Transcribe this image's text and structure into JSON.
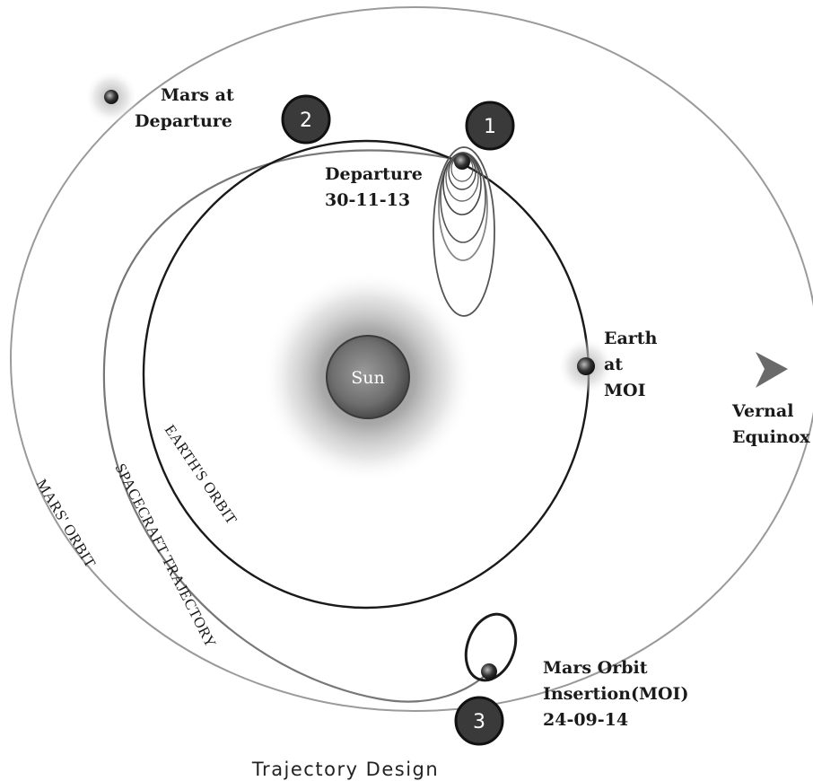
{
  "caption": "Trajectory Design",
  "bodies": {
    "sun": "Sun"
  },
  "labels": {
    "mars_departure_line1": "Mars at",
    "mars_departure_line2": "Departure",
    "departure_line1": "Departure",
    "departure_line2": "30-11-13",
    "earth_moi_line1": "Earth",
    "earth_moi_line2": "at",
    "earth_moi_line3": "MOI",
    "vernal_line1": "Vernal",
    "vernal_line2": "Equinox",
    "moi_line1": "Mars Orbit",
    "moi_line2": "Insertion(MOI)",
    "moi_line3": "24-09-14"
  },
  "orbit_labels": {
    "earth": "EARTH'S ORBIT",
    "spacecraft": "SPACECRAFT TRAJECTORY",
    "mars": "MARS' ORBIT"
  },
  "markers": {
    "one": "1",
    "two": "2",
    "three": "3"
  },
  "colors": {
    "earth_orbit": "#1a1a1a",
    "mars_orbit": "#9a9a9a",
    "spacecraft": "#777777",
    "marker_fill": "#3a3a3a"
  }
}
